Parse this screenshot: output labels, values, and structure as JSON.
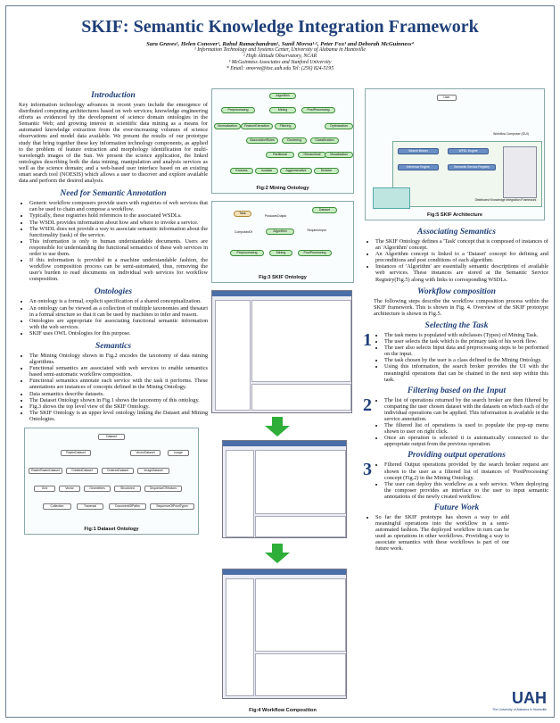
{
  "header": {
    "title": "SKIF: Semantic Knowledge Integration Framework",
    "authors": "Sara Graves¹, Helen Conover¹, Rahul Ramachandran¹, Sunil Movva¹·², Peter Fox³ and Deborah McGuinness⁴",
    "aff1": "¹ Information Technology and Systems Center, University of Alabama in Huntsville",
    "aff2": "² High Altitude Observatory, NCAR",
    "aff3": "³ McGuinness Associates and Stanford University",
    "aff4": "* Email: smovva@itsc.uah.edu Tel: (256) 824-5195"
  },
  "intro": {
    "heading": "Introduction",
    "text": "Key information technology advances in recent years include the emergence of distributed computing architectures based on web services; knowledge engineering efforts as evidenced by the development of science domain ontologies in the Semantic Web; and growing interest in scientific data mining as a means for automated knowledge extraction from the ever-increasing volumes of science observations and model data available. We present the results of our prototype study that bring together these key information technology components, as applied to the problem of feature extraction and morphology identification for multi-wavelength images of the Sun. We present the science application, the linked ontologies describing both the data mining, manipulation and analysis services as well as the science domain; and a web-based user interface based on an existing smart search tool (NOESIS) which allows a user to discover and explore available data and perform the desired analysis."
  },
  "need": {
    "heading": "Need for Semantic Annotation",
    "items": [
      "Generic workflow composers provide users with registries of web services that can be used to chain and compose a workflow.",
      "Typically, these registries hold references to the associated WSDLs.",
      "The WSDL provides information about how and where to invoke a service.",
      "The WSDL does not provide a way to associate semantic information about the functionality (task) of the service.",
      "This information is only in human understandable documents. Users are responsible for understanding the functional semantics of these web services in order to use them.",
      "If this information is provided in a machine understandable fashion, the workflow composition process can be semi-automated, thus, removing the user's burden to read documents on individual web services for workflow composition."
    ]
  },
  "ontologies": {
    "heading": "Ontologies",
    "items": [
      "An ontology is a formal, explicit specification of a shared conceptualization.",
      "An ontology can be viewed as a collection of multiple taxonomies and thesauri in a formal structure so that it can be used by machines to infer and reason.",
      "Ontologies are appropriate for associating functional semantic information with the web services.",
      "SKIF uses OWL Ontologies for this purpose."
    ]
  },
  "semantics": {
    "heading": "Semantics",
    "items": [
      "The Mining Ontology shown in Fig.2 encodes the taxonomy of data mining algorithms.",
      "Functional semantics are associated with web services to enable semantics based semi-automatic workflow composition.",
      "Functional semantics annotate each service with the task it performs. These annotations are instances of concepts defined in the Mining Ontology.",
      "Data semantics describe datasets.",
      "The Dataset Ontology shown in Fig.1 shows the taxonomy of this ontology.",
      "Fig.3 shows the top level view of the SKIF Ontology.",
      "The SKIF Ontology is an upper level ontology linking the Dataset and Mining Ontologies."
    ]
  },
  "figures": {
    "fig1": "Fig:1 Dataset Ontology",
    "fig2": "Fig:2 Mining Ontology",
    "fig3": "Fig:3 SKIF Ontology",
    "fig4": "Fig:4 Workflow Composition",
    "fig5": "Fig:5 SKIF Architecture"
  },
  "fig2_nodes": [
    "Algorithm",
    "Preprocessing",
    "Mining",
    "PostProcessing",
    "Normalization",
    "FeatureExtraction",
    "Filtering",
    "AssociationRules",
    "Clustering",
    "Classification",
    "Optimization",
    "Partitional",
    "Hierarchical",
    "Visualization",
    "Kmeans",
    "Isodata",
    "Agglomerative",
    "Divisive"
  ],
  "fig3_nodes": [
    "Task",
    "ProducesOutput",
    "Dataset",
    "ComposedOf",
    "Algorithm",
    "RequiresInput",
    "Preprocessing",
    "Mining",
    "PostProcessing"
  ],
  "fig1_nodes": [
    "Dataset",
    "RasterDataset",
    "VectorDataset",
    "RasterRasterDataset",
    "GriddedDataset",
    "OrderedDataset",
    "ImageDataset",
    "Grid",
    "Vector",
    "Geometries",
    "Structured",
    "SequenceOfVectors",
    "Image",
    "Collection",
    "Traversal",
    "DocumentOfPaths",
    "SequenceOfPointTypes"
  ],
  "fig5_labels": [
    "User",
    "Workflow Composer (GUI)",
    "Search Broker",
    "Inference Engine",
    "WFDL Engine",
    "Semantic Service Registry",
    "Distributed Knowledge Integration Framework"
  ],
  "assoc": {
    "heading": "Associating Semantics",
    "items": [
      "The SKIF Ontology defines a 'Task' concept that is composed of instances of an 'Algorithm' concept.",
      "An Algorithm concept is linked to a 'Dataset' concept for defining and preconditions and post conditions of each algorithm.",
      "Instances of 'Algorithm' are essentially semantic descriptions of available web services. These instances are stored at the Semantic Service Registry(Fig.5) along with links to corresponding WSDLs."
    ]
  },
  "workflow": {
    "heading": "Workflow composition",
    "text": "The following steps describe the workflow composition process within the SKIF framework. This is shown in Fig. 4. Overview of the SKIF prototype architecture is shown in Fig.5."
  },
  "select_task": {
    "heading": "Selecting the Task",
    "num": "1",
    "items": [
      "The task menu is populated with subclasses (Types) of Mining Task.",
      "The user selects the task which is the primary task of his work flow.",
      "The user also selects Input data and preprocessing steps to be performed on the input.",
      "The task chosen by the user is a class defined in the Mining Ontology.",
      "Using this information, the search broker provides the UI with the meaningful operations that can be chained in the next step within this task."
    ]
  },
  "filtering": {
    "heading": "Filtering based on the Input",
    "num": "2",
    "items": [
      "The list of operations returned by the search broker are then filtered by comparing the user chosen dataset with the datasets on which each of the individual operations can be applied. This information is available in the service annotation.",
      "The filtered list of operations is used to populate the pop-up menu shown to user on right click.",
      "Once an operation is selected it is automatically connected to the appropriate output from the previous operation."
    ]
  },
  "providing": {
    "heading": "Providing output operations",
    "num": "3",
    "items": [
      "Filtered Output operations provided by the search broker request are shown to the user as a filtered list of instances of 'PostProcessing' concept (Fig.2) in the Mining Ontology.",
      "The user can deploy this workflow as a web service. When deploying the composer provides an interface to the user to input semantic annotations of the newly created workflow."
    ]
  },
  "future": {
    "heading": "Future Work",
    "items": [
      "So far the SKIF prototype has shown a way to add meaningful operations into the workflow in a semi-automated fashion. The deployed workflow in turn can be used as operations in other workflows. Providing a way to associate semantics with these workflows is part of our future work."
    ]
  },
  "logo": {
    "text": "UAH",
    "sub": "The University of Alabama in Huntsville"
  },
  "colors": {
    "heading": "#1f3f78",
    "node_fill": "#c9ecc2",
    "arrow": "#2fae3a"
  }
}
